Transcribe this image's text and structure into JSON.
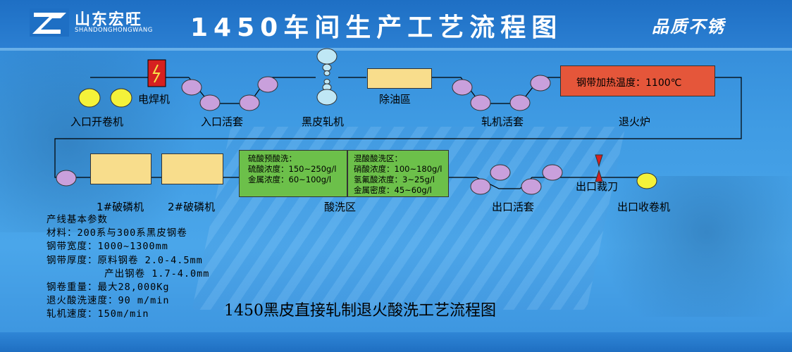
{
  "header": {
    "logo_cn": "山东宏旺",
    "logo_en": "SHANDONGHONGWANG",
    "title": "1450车间生产工艺流程图",
    "slogan": "品质不锈"
  },
  "nodes": {
    "uncoiler": "入口开卷机",
    "welder": "电焊机",
    "entry_looper": "入口活套",
    "skin_mill": "黑皮轧机",
    "degrease": "除油區",
    "mill_looper": "轧机活套",
    "furnace": "退火炉",
    "furnace_box": "钢带加热温度：1100℃",
    "breaker1": "1#破磷机",
    "breaker2": "2#破磷机",
    "pickling": "酸洗区",
    "exit_looper": "出口活套",
    "shear": "出口裁刀",
    "recoiler": "出口收卷机"
  },
  "pickling_pre": [
    "硫酸预酸洗：",
    "硫酸浓度：150~250g/l",
    "金属浓度：60~100g/l"
  ],
  "pickling_mix": [
    "混酸酸洗区：",
    "硝酸浓度：100~180g/l",
    "氢氟酸浓度：3~25g/l",
    "金属密度：45~60g/l"
  ],
  "params": {
    "title": "产线基本参数",
    "material": "材料：200系与300系黑皮钢卷",
    "width": "钢带宽度：1000~1300mm",
    "thickness_raw": "钢带厚度：原料钢卷 2.0-4.5mm",
    "thickness_out": "         产出钢卷 1.7-4.0mm",
    "weight": "钢卷重量：最大28,000Kg",
    "speed_anneal": "退火酸洗速度：90 m/min",
    "speed_mill": "轧机速度：150m/min"
  },
  "caption": "1450黑皮直接轧制退火酸洗工艺流程图",
  "colors": {
    "roll_purple": "#c9a0dc",
    "coil_yellow": "#f4f23a",
    "roll_lightblue": "#bfe7f5",
    "box_yellow": "#f8dd8c",
    "box_red": "#e5563a",
    "box_green": "#6cc04a"
  }
}
